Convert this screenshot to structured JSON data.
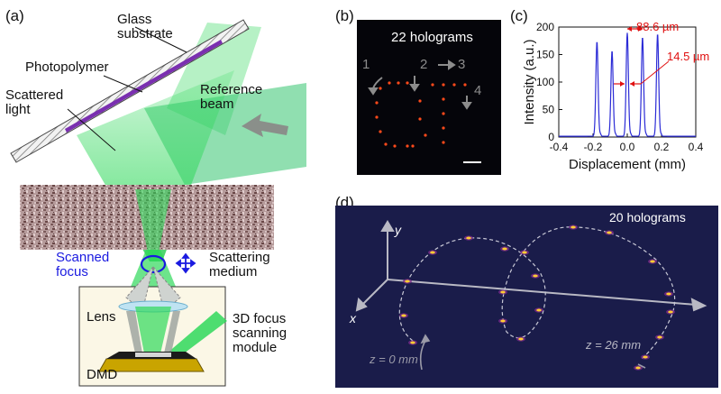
{
  "panels": {
    "a": {
      "label": "(a)",
      "glass_substrate": "Glass\nsubstrate",
      "photopolymer": "Photopolymer",
      "scattered_light": "Scattered\nlight",
      "reference_beam": "Reference\nbeam",
      "scanned_focus": "Scanned\nfocus",
      "scattering_medium": "Scattering\nmedium",
      "lens": "Lens",
      "dmd": "DMD",
      "focus_module": "3D focus\nscanning\nmodule"
    },
    "b": {
      "label": "(b)",
      "title": "22 holograms",
      "steps": [
        "1",
        "2",
        "3",
        "4"
      ]
    },
    "c": {
      "label": "(c)",
      "annotation_spacing": "88.6 µm",
      "annotation_width": "14.5 µm"
    },
    "d": {
      "label": "(d)",
      "title": "20 holograms",
      "axis_y": "y",
      "axis_x": "x",
      "z_start": "z = 0 mm",
      "z_end": "z = 26 mm"
    }
  },
  "chart_data": {
    "type": "line",
    "xlabel": "Displacement (mm)",
    "ylabel": "Intensity (a.u.)",
    "xlim": [
      -0.4,
      0.4
    ],
    "ylim": [
      0,
      200
    ],
    "xticks": [
      "-0.4",
      "-0.2",
      "0.0",
      "0.2",
      "0.4"
    ],
    "yticks": [
      "0",
      "50",
      "100",
      "150",
      "200"
    ],
    "series": [
      {
        "color": "#2b2bd6",
        "peaks": [
          {
            "x": -0.177,
            "y": 172
          },
          {
            "x": -0.089,
            "y": 155
          },
          {
            "x": 0.0,
            "y": 188
          },
          {
            "x": 0.089,
            "y": 180
          },
          {
            "x": 0.177,
            "y": 186
          }
        ]
      }
    ]
  },
  "colors": {
    "green_beam": "#2fd85a",
    "purple_polymer": "#7a2fb0",
    "dark_panel": "#05050a",
    "navy_panel": "#1a1c4a",
    "red_dots": "#ff4a1a",
    "blue_focus": "#1a1ae0",
    "curve": "#2b2bd6",
    "annotation": "#e01010"
  }
}
